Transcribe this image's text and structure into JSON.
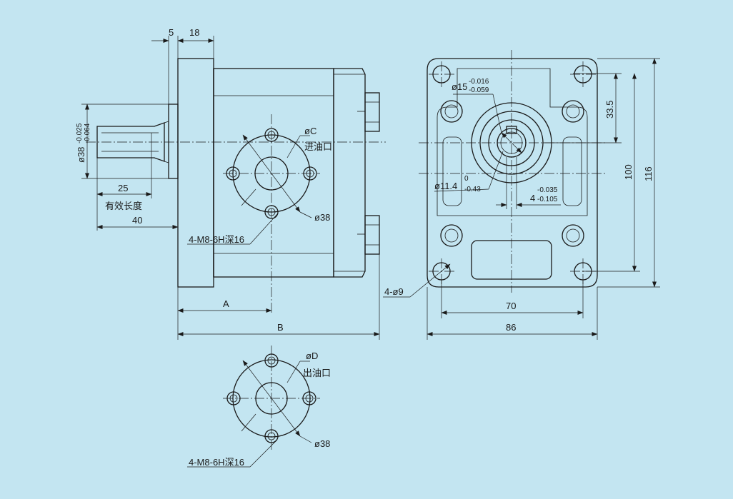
{
  "side_view": {
    "dim_5": "5",
    "dim_18": "18",
    "dim_shaft_dia": "ø38",
    "dim_shaft_tol_upper": "-0.025",
    "dim_shaft_tol_lower": "-0.064",
    "dim_25": "25",
    "effective_length_label": "有效长度",
    "dim_40": "40",
    "dim_A": "A",
    "dim_B": "B"
  },
  "inlet_port": {
    "dia_label": "øC",
    "name_label": "进油口",
    "bolt_circle_label": "ø38",
    "thread_label": "4-M8-6H深16"
  },
  "front_view": {
    "dim_15": "ø15",
    "dim_15_tol_upper": "-0.016",
    "dim_15_tol_lower": "-0.059",
    "dim_11_4": "ø11.4",
    "dim_11_4_tol_upper": "0",
    "dim_11_4_tol_lower": "-0.43",
    "dim_key": "4",
    "dim_key_tol_upper": "-0.035",
    "dim_key_tol_lower": "-0.105",
    "dim_holes": "4-ø9",
    "dim_33_5": "33.5",
    "dim_100": "100",
    "dim_116": "116",
    "dim_70": "70",
    "dim_86": "86"
  },
  "outlet_port": {
    "dia_label": "øD",
    "name_label": "出油口",
    "bolt_circle_label": "ø38",
    "thread_label": "4-M8-6H深16"
  }
}
